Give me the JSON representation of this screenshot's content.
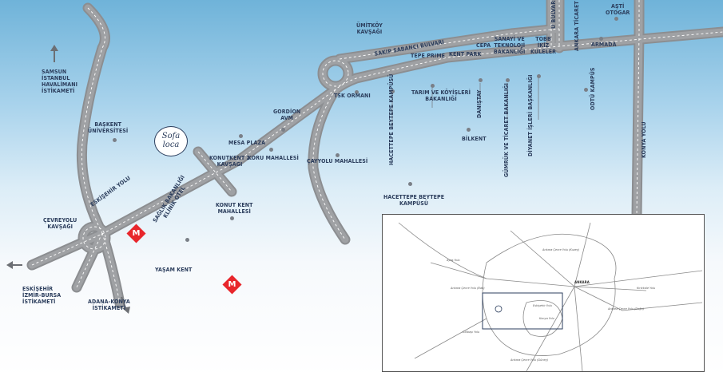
{
  "labels": {
    "samsun": "SAMSUN\nİSTANBUL\nHAVALİMANI\nİSTİKAMETİ",
    "baskent": "BAŞKENT\nÜNİVERSİTESİ",
    "cevreyolu": "ÇEVREYOLU\nKAVŞAĞI",
    "eskisehir_dir": "ESKİŞEHİR\nİZMİR-BURSA\nİSTİKAMETİ",
    "adana": "ADANA-KONYA\nİSTİKAMETİ",
    "eskisehir_yolu": "ESKİŞEHİR YOLU",
    "saglik": "SAĞLIK BAKANLIĞI\nKLİNİK OTEL",
    "yasamkent": "YAŞAM KENT",
    "konutkent2": "KONUTKENT 2\nKAVŞAĞI",
    "mesa": "MESA PLAZA",
    "koru": "KORU MAHALLESİ",
    "konutkent_mah": "KONUT KENT\nMAHALLESİ",
    "gordion": "GORDİON\nAVM",
    "cayyolu": "ÇAYYOLU MAHALLESİ",
    "tsk": "TSK ORMANI",
    "hacettepe_k": "HACETTEPE BEYTEPE KAMPÜSÜ",
    "hacettepe": "HACETTEPE BEYTEPE\nKAMPÜSÜ",
    "tarim": "TARIM VE KÖYİŞLERİ\nBAKANLIĞI",
    "danistay": "DANIŞTAY",
    "bilkent": "BİLKENT",
    "gumruk": "GÜMRÜK VE TİCARET BAKANLIĞI",
    "diyanet": "DİYANET İŞLERİ BAŞKANLIĞI",
    "odtu": "ODTÜ KAMPÜS",
    "konya": "KONYA YOLU",
    "umitkoy": "ÜMİTKÖY\nKAVŞAĞI",
    "sakip": "SAKIP SABANCI BULVARI",
    "tepe": "TEPE PRIME",
    "kentpark": "KENT PARK",
    "cepa": "CEPA",
    "sanayi": "SANAYİ VE\nTEKNOLOJİ\nBAKANLIĞI",
    "tobb": "TOBB\nİKİZ\nKULELER",
    "bulvar": "U BULVARI",
    "ankara_tic": "ANKARA TİCARET OD",
    "asti": "AŞTİ\nOTOGAR",
    "armada": "ARMADA",
    "metro_glyph": "M",
    "logo_text": "Sofa\nloca"
  },
  "inset": {
    "labels": [
      "Ankara Çevre Yolu (Kuzey)",
      "Ayaş Yolu",
      "ANKARA",
      "Kırıkkale Yolu",
      "Ankara Çevre Yolu (Batı)",
      "Ankara Çevre Yolu (Doğu)",
      "Eskişehir Yolu",
      "Konya Yolu",
      "Gölbaşı Yolu",
      "Ankara Çevre Yolu (Güney)"
    ]
  },
  "colors": {
    "road": "#8c8e91",
    "lane": "#ffffff",
    "label": "#2b3d5c",
    "metro": "#e8262c"
  }
}
